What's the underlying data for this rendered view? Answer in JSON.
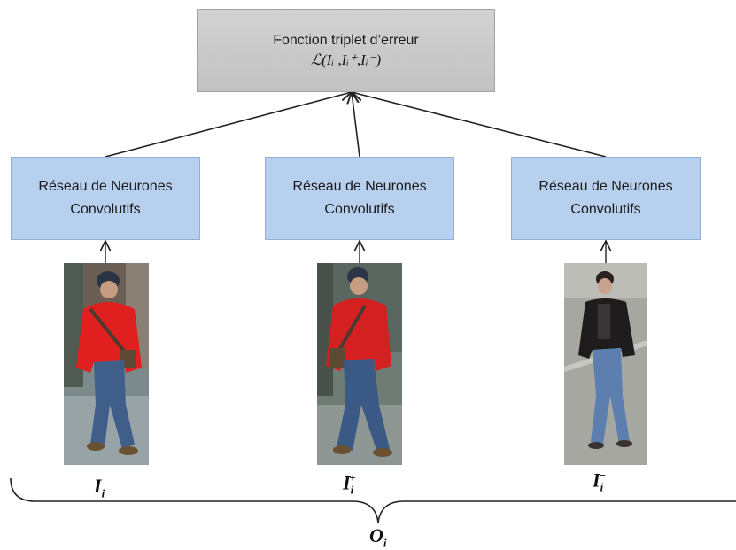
{
  "loss_box": {
    "title": "Fonction triplet d’erreur",
    "formula": "ℒ(Iᵢ ,Iᵢ⁺,Iᵢ⁻)"
  },
  "networks": [
    {
      "line1": "Réseau de Neurones",
      "line2": "Convolutifs"
    },
    {
      "line1": "Réseau de Neurones",
      "line2": "Convolutifs"
    },
    {
      "line1": "Réseau de Neurones",
      "line2": "Convolutifs"
    }
  ],
  "labels": {
    "anchor": {
      "base": "I",
      "sub": "i",
      "sup": ""
    },
    "positive": {
      "base": "I",
      "sub": "i",
      "sup": "+"
    },
    "negative": {
      "base": "I",
      "sub": "i",
      "sup": "−"
    },
    "group": {
      "base": "O",
      "sub": "i"
    }
  },
  "colors": {
    "loss_box": "#c9c9c9",
    "network_box": "#b7d0ee",
    "arrow": "#222222"
  }
}
